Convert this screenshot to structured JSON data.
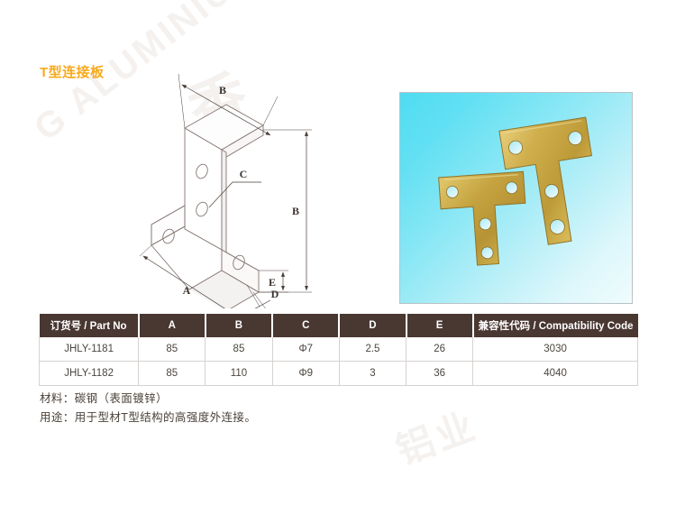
{
  "page": {
    "title": "T型连接板",
    "title_color": "#f9a91b",
    "background": "#ffffff"
  },
  "watermark": {
    "line1": "G ALUMINIU",
    "line2": "香",
    "line3": "铝业"
  },
  "drawing": {
    "name": "t-plate-isometric-drawing",
    "dimension_labels": [
      {
        "id": "B-top",
        "text": "B"
      },
      {
        "id": "C-hole",
        "text": "C"
      },
      {
        "id": "B-right",
        "text": "B"
      },
      {
        "id": "E-right",
        "text": "E"
      },
      {
        "id": "A-bottom",
        "text": "A"
      },
      {
        "id": "D-thick",
        "text": "D"
      }
    ],
    "line_color": "#7d6e68"
  },
  "photo": {
    "name": "product-photo-t-plates",
    "caption": "",
    "background_from": "#4fdcf2",
    "background_to": "#f0fcfd",
    "plate_color": "#c9a43c",
    "plate_count": 2,
    "holes_per_plate": 4
  },
  "table": {
    "headers": [
      "订货号 / Part No",
      "A",
      "B",
      "C",
      "D",
      "E",
      "兼容性代码 / Compatibility Code"
    ],
    "header_bg": "#493732",
    "header_color": "#ffffff",
    "rows": [
      {
        "part_no": "JHLY-1181",
        "a": "85",
        "b": "85",
        "c": "Φ7",
        "d": "2.5",
        "e": "26",
        "compatibility": "3030"
      },
      {
        "part_no": "JHLY-1182",
        "a": "85",
        "b": "110",
        "c": "Φ9",
        "d": "3",
        "e": "36",
        "compatibility": "4040"
      }
    ]
  },
  "notes": {
    "material": "材料：碳钢（表面镀锌）",
    "usage": "用途：用于型材T型结构的高强度外连接。"
  }
}
